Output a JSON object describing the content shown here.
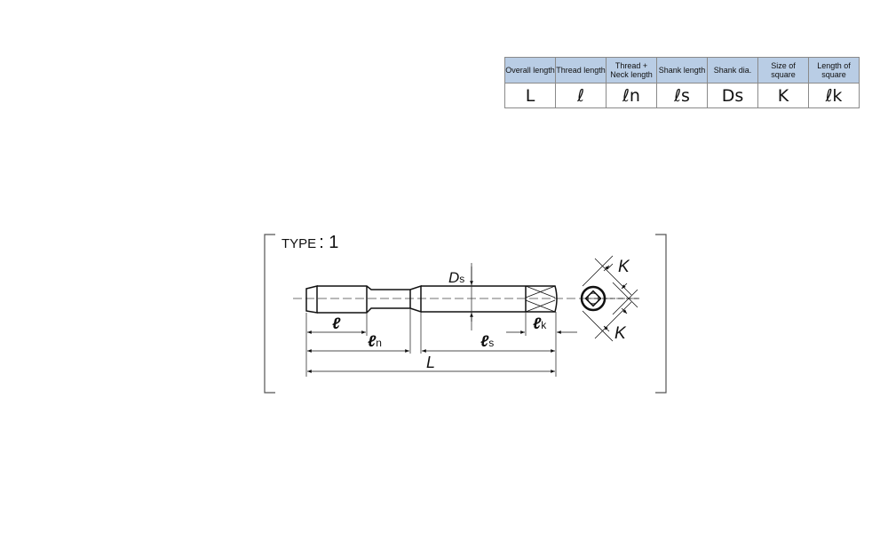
{
  "table": {
    "headers": [
      "Overall length",
      "Thread length",
      "Thread + Neck length",
      "Shank length",
      "Shank dia.",
      "Size of square",
      "Length of square"
    ],
    "symbols": [
      "L",
      "ℓ",
      "ℓn",
      "ℓs",
      "Ds",
      "K",
      "ℓk"
    ]
  },
  "diagram": {
    "type_label": "TYPE",
    "type_value": ": 1",
    "labels": {
      "Ds_main": "D",
      "Ds_sub": "s",
      "thread": "ℓ",
      "neck_main": "ℓ",
      "neck_sub": "n",
      "shank_main": "ℓ",
      "shank_sub": "s",
      "square_main": "ℓ",
      "square_sub": "k",
      "overall": "L",
      "k_top": "K",
      "k_bottom": "K"
    }
  }
}
